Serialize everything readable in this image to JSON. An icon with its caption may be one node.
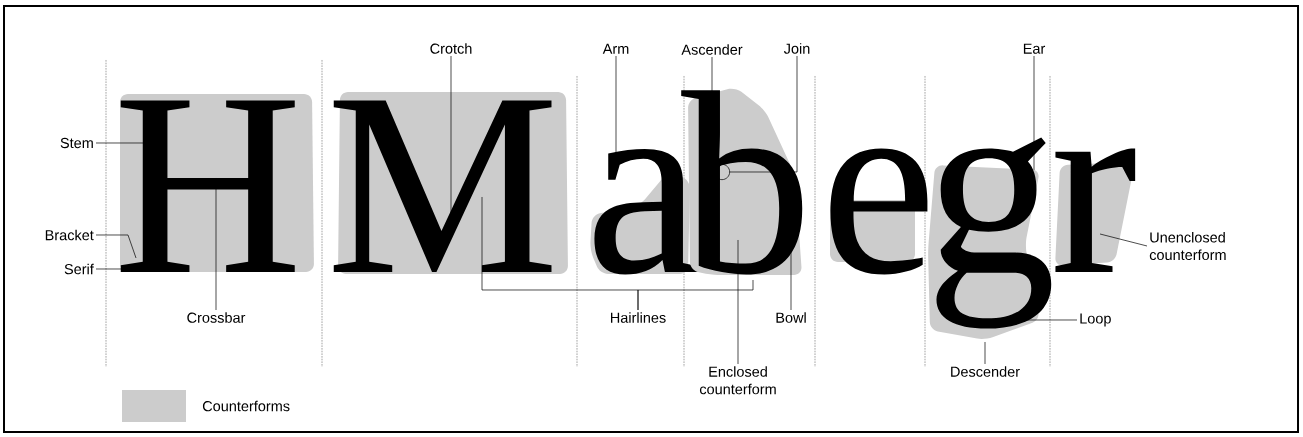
{
  "diagram": {
    "nodes": [
      {
        "text": [
          "Stem"
        ]
      },
      {
        "text": [
          "Bracket"
        ]
      },
      {
        "text": [
          "Serif"
        ]
      },
      {
        "text": [
          "Crossbar"
        ]
      },
      {
        "text": [
          "Crotch"
        ]
      },
      {
        "text": [
          "Arm"
        ]
      },
      {
        "text": [
          "Hairlines"
        ]
      },
      {
        "text": [
          "Ascender"
        ]
      },
      {
        "text": [
          "Join"
        ]
      },
      {
        "text": [
          "Enclosed counterform"
        ]
      },
      {
        "text": [
          "Bowl"
        ]
      },
      {
        "text": [
          "Ear"
        ]
      },
      {
        "text": [
          "Descender"
        ]
      },
      {
        "text": [
          "Loop"
        ]
      },
      {
        "text": [
          "Unenclosed counterform"
        ]
      },
      {
        "text": [
          "H"
        ]
      },
      {
        "text": [
          "M"
        ]
      },
      {
        "text": [
          "a"
        ]
      },
      {
        "text": [
          "b"
        ]
      },
      {
        "text": [
          "e"
        ]
      },
      {
        "text": [
          "g"
        ]
      },
      {
        "text": [
          "r"
        ]
      }
    ],
    "edges": [
      {
        "from": 0,
        "to": 15,
        "arrow": "none"
      },
      {
        "from": 1,
        "to": 15,
        "arrow": "none"
      },
      {
        "from": 2,
        "to": 15,
        "arrow": "none"
      },
      {
        "from": 3,
        "to": 15,
        "arrow": "none"
      },
      {
        "from": 4,
        "to": 16,
        "arrow": "none"
      },
      {
        "from": 5,
        "to": 17,
        "arrow": "none"
      },
      {
        "from": 6,
        "to": 16,
        "arrow": "none"
      },
      {
        "from": 6,
        "to": 18,
        "arrow": "none"
      },
      {
        "from": 7,
        "to": 18,
        "arrow": "none"
      },
      {
        "from": 8,
        "to": 18,
        "arrow": "other"
      },
      {
        "from": 9,
        "to": 18,
        "arrow": "none"
      },
      {
        "from": 10,
        "to": 18,
        "arrow": "none"
      },
      {
        "from": 11,
        "to": 20,
        "arrow": "none"
      },
      {
        "from": 12,
        "to": 20,
        "arrow": "none"
      },
      {
        "from": 13,
        "to": 20,
        "arrow": "none"
      },
      {
        "from": 14,
        "to": 21,
        "arrow": "none"
      }
    ],
    "legend": [
      {
        "text": "Counterforms",
        "color": "#cccccc"
      }
    ]
  }
}
